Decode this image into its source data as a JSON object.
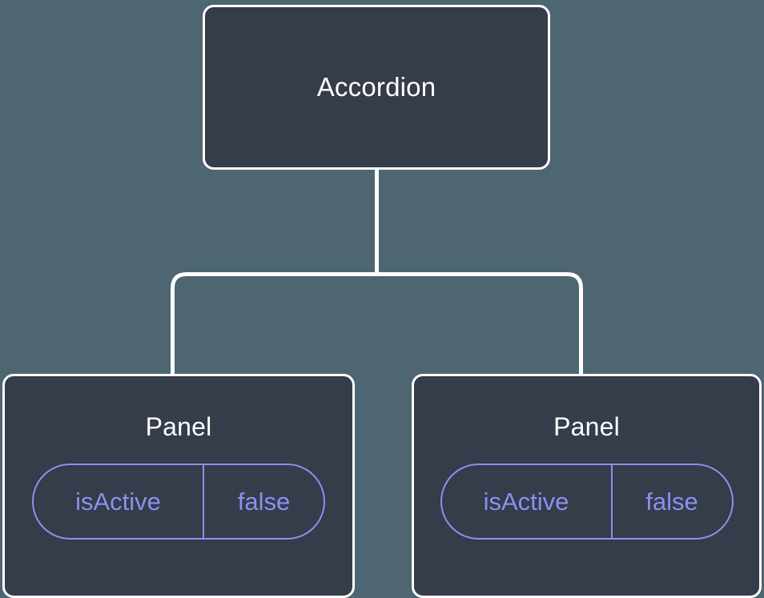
{
  "canvas": {
    "background_color": "#4d6671",
    "node_fill_color": "#353c4a",
    "node_border_color": "#ffffff",
    "connector_color": "#ffffff",
    "accent_color": "#8b90ef"
  },
  "tree": {
    "root": {
      "label": "Accordion"
    },
    "children": [
      {
        "label": "Panel",
        "prop": {
          "key": "isActive",
          "value": "false"
        }
      },
      {
        "label": "Panel",
        "prop": {
          "key": "isActive",
          "value": "false"
        }
      }
    ]
  }
}
